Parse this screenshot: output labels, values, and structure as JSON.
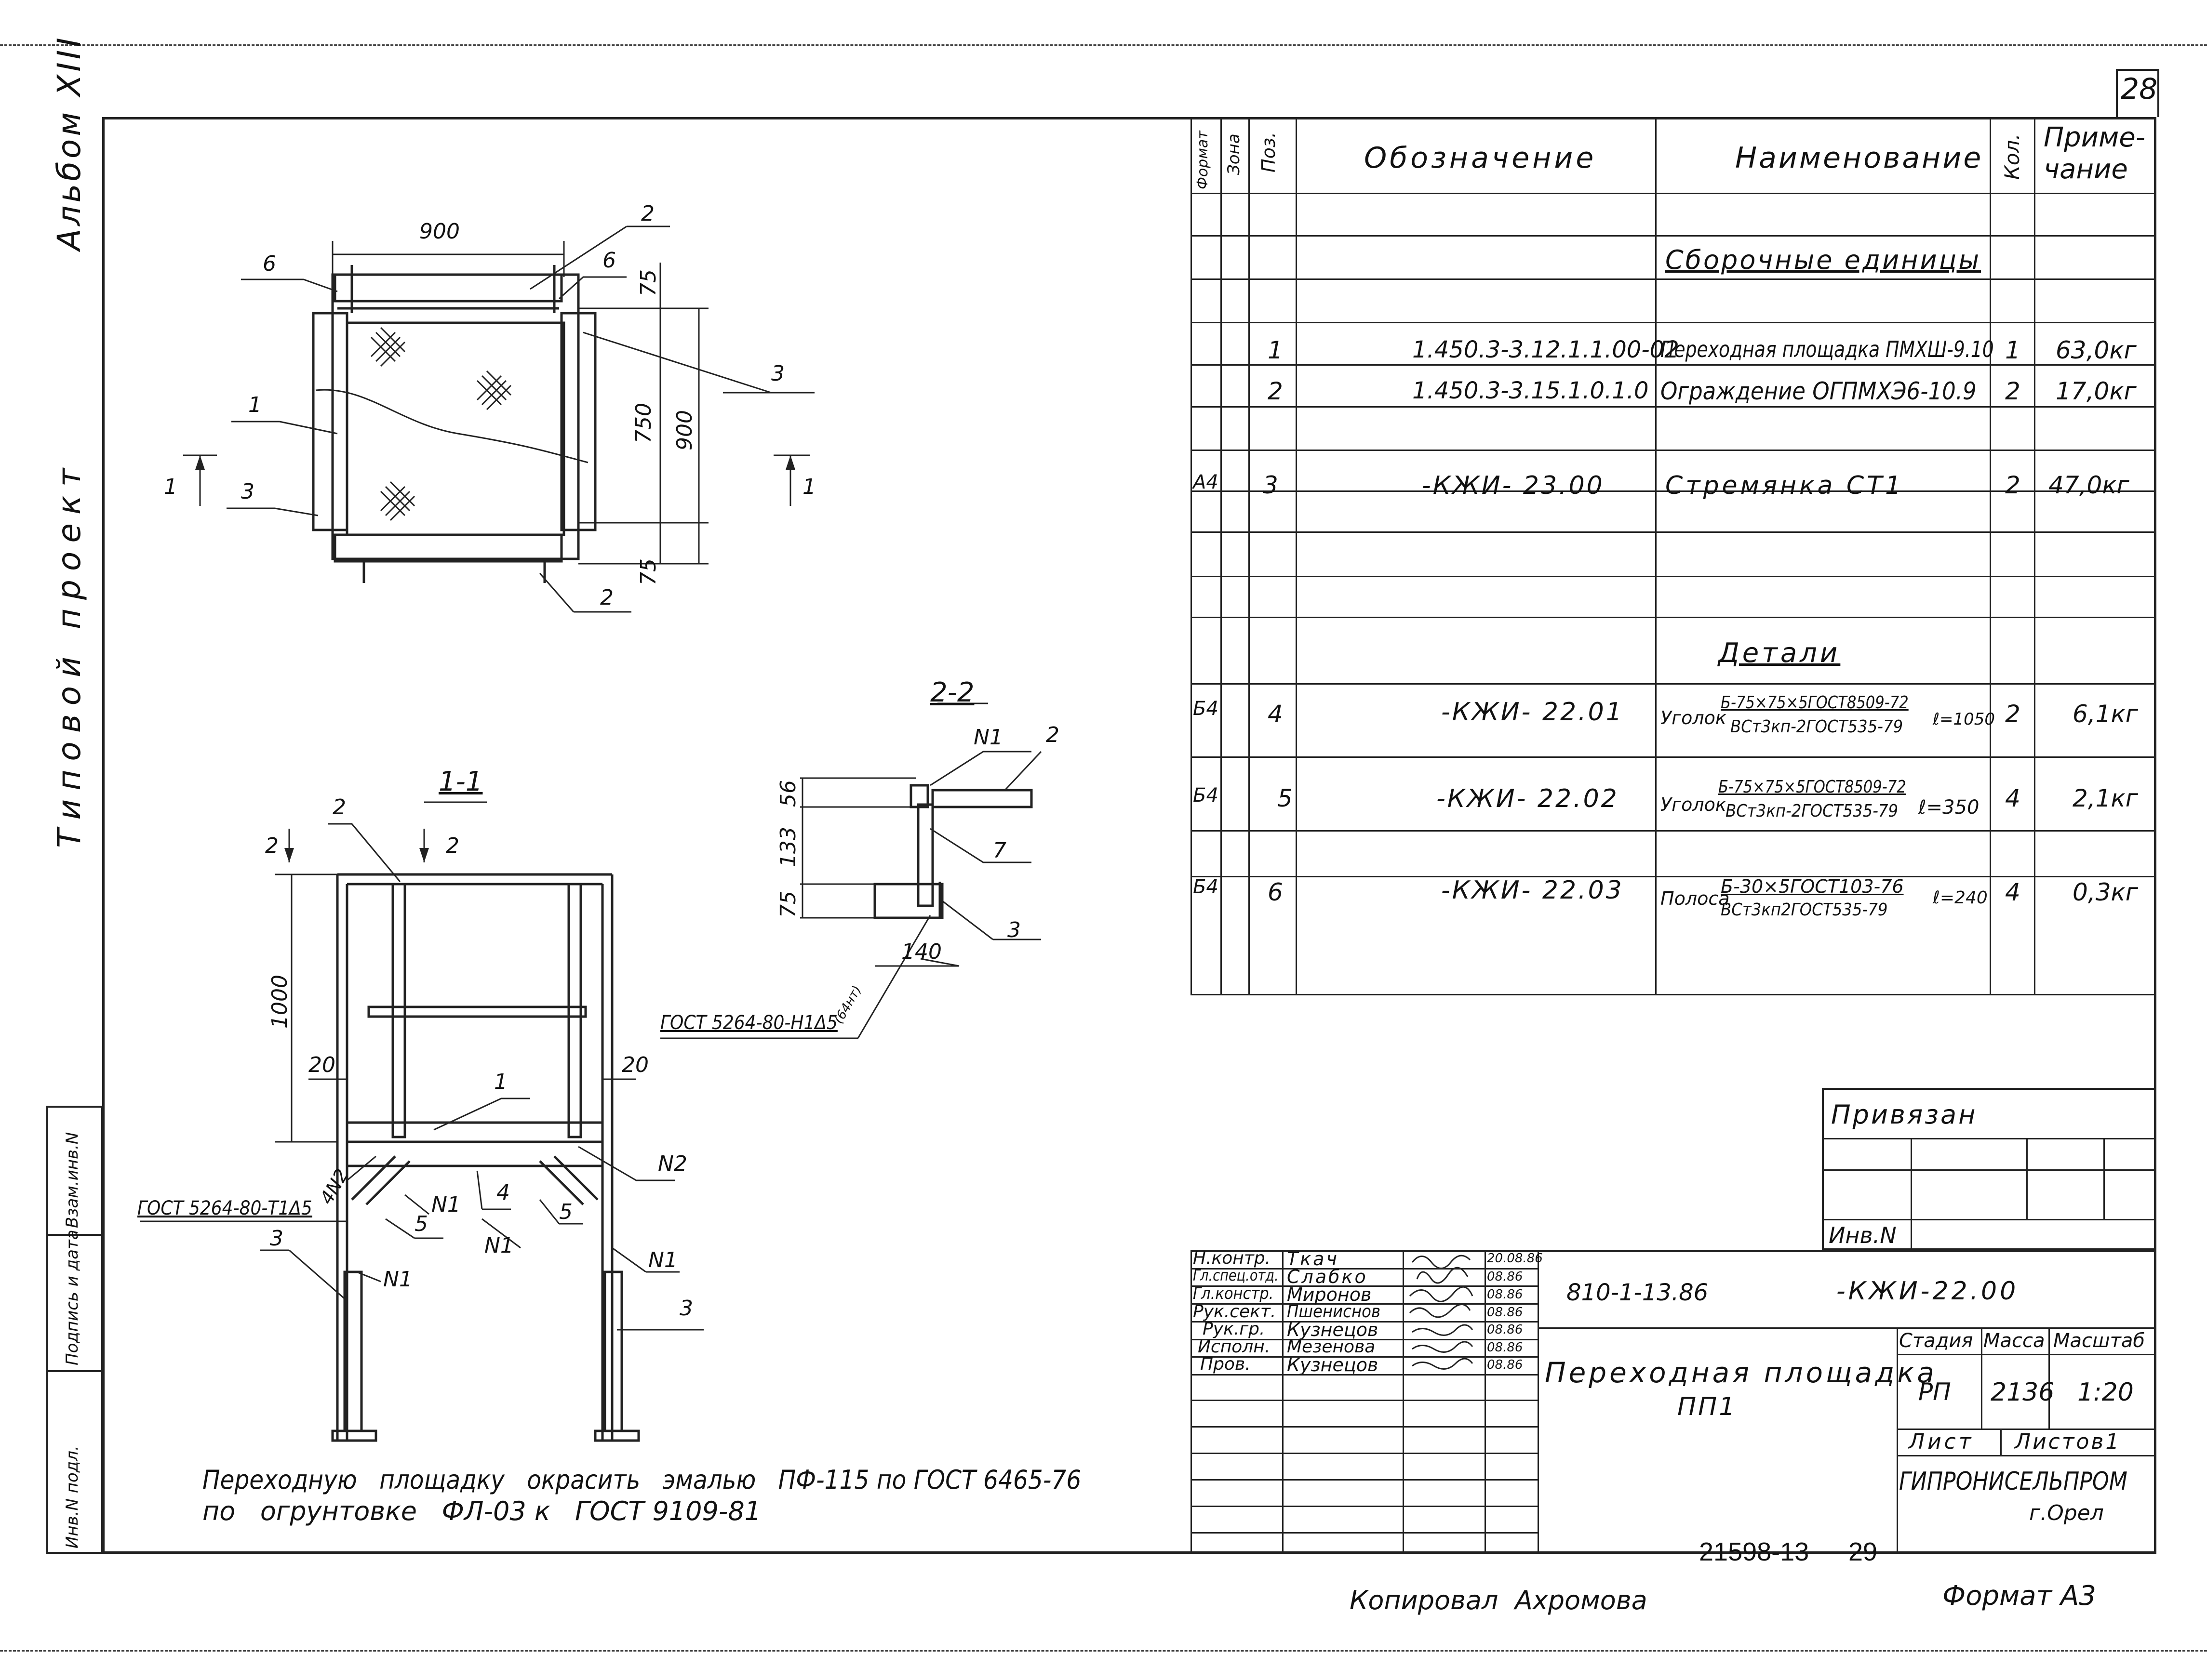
{
  "sheet_number": "28",
  "margin": {
    "album": "Альбом XIII",
    "project": "Типовой проект",
    "stamp_labels": [
      "Инв.N подл.",
      "Подпись и дата",
      "Взам.инв.N"
    ]
  },
  "spec_table": {
    "headers": {
      "format": "Формат",
      "zone": "Зона",
      "pos": "Поз.",
      "designation": "Обозначение",
      "name": "Наименование",
      "qty": "Кол.",
      "note": "Приме-\nчание"
    },
    "section_assemblies": "Сборочные единицы",
    "section_details": "Детали",
    "rows": [
      {
        "format": "",
        "pos": "1",
        "designation": "1.450.3-3.12.1.1.00-02",
        "name": "Переходная площадка ПМХШ-9.10",
        "qty": "1",
        "note": "63,0кг"
      },
      {
        "format": "",
        "pos": "2",
        "designation": "1.450.3-3.15.1.0.1.0",
        "name": "Ограждение ОГПМХЭ6-10.9",
        "qty": "2",
        "note": "17,0кг"
      },
      {
        "format": "А4",
        "pos": "3",
        "designation": "-КЖИ- 23.00",
        "name": "Стремянка СТ1",
        "qty": "2",
        "note": "47,0кг"
      },
      {
        "format": "Б4",
        "pos": "4",
        "designation": "-КЖИ- 22.01",
        "name_prefix": "Уголок",
        "name_top": "Б-75×75×5ГОСТ8509-72",
        "name_bottom": "ВСт3кп-2ГОСТ535-79",
        "name_len": "ℓ=1050",
        "qty": "2",
        "note": "6,1кг"
      },
      {
        "format": "Б4",
        "pos": "5",
        "designation": "-КЖИ- 22.02",
        "name_prefix": "Уголок",
        "name_top": "Б-75×75×5ГОСТ8509-72",
        "name_bottom": "ВСт3кп-2ГОСТ535-79",
        "name_len": "ℓ=350",
        "qty": "4",
        "note": "2,1кг"
      },
      {
        "format": "Б4",
        "pos": "6",
        "designation": "-КЖИ- 22.03",
        "name_prefix": "Полоса",
        "name_top": "Б-30×5ГОСТ103-76",
        "name_bottom": "ВСт3кп2ГОСТ535-79",
        "name_len": "ℓ=240",
        "qty": "4",
        "note": "0,3кг"
      }
    ]
  },
  "plan_view": {
    "dims": {
      "top": "900",
      "right_inner": "750",
      "right_outer": "900",
      "right_top": "75",
      "right_bottom": "75"
    },
    "leaders": {
      "two_top": "2",
      "six_left": "6",
      "six_right": "6",
      "three_right": "3",
      "one_left": "1",
      "three_left": "3",
      "two_bottom": "2"
    },
    "section_marks": {
      "left": "1",
      "right": "1"
    }
  },
  "section_1_1": {
    "title": "1-1",
    "cut_marks": {
      "left": "2",
      "right": "2"
    },
    "dims": {
      "height": "1000",
      "left_off": "20",
      "right_off": "20"
    },
    "leaders": {
      "two": "2",
      "one": "1",
      "four": "4",
      "n2_left": "4N2",
      "n2_right": "N2",
      "n1_a": "N1",
      "n1_b": "N1",
      "n1_c": "N1",
      "n1_d": "N1",
      "five_a": "5",
      "five_b": "5",
      "three_a": "3",
      "three_b": "3"
    },
    "weld_note": "ГОСТ 5264-80-Т1Δ5"
  },
  "section_2_2": {
    "title": "2-2",
    "dims": {
      "d56": "56",
      "d133": "133",
      "d75": "75",
      "d140": "140"
    },
    "leaders": {
      "n1": "N1",
      "two": "2",
      "seven": "7",
      "three": "3"
    },
    "weld_note": "ГОСТ 5264-80-Н1Δ5",
    "weld_len": "(64нт)"
  },
  "paint_note": {
    "line1": "Переходную   площадку   окрасить   эмалью   ПФ-115 по ГОСТ 6465-76",
    "line2": "по   огрунтовке   ФЛ-03 к   ГОСТ 9109-81"
  },
  "privyazan": {
    "title": "Привязан",
    "inv": "Инв.N"
  },
  "title_block": {
    "roles": [
      "Н.контр.",
      "Гл.спец.отд.",
      "Гл.констр.",
      "Рук.сект.",
      "Рук.гр.",
      "Исполн.",
      "Пров."
    ],
    "names": [
      "Ткач",
      "Слабко",
      "Миронов",
      "Пшениснов",
      "Кузнецов",
      "Мезенова",
      "Кузнецов"
    ],
    "dates": [
      "20.08.86",
      "08.86",
      "08.86",
      "08.86",
      "08.86",
      "08.86",
      "08.86"
    ],
    "project_code": "810-1-13.86",
    "doc_code": "-КЖИ-22.00",
    "title_line1": "Переходная площадка",
    "title_line2": "ПП1",
    "stage_label": "Стадия",
    "mass_label": "Масса",
    "scale_label": "Масштаб",
    "stage": "РП",
    "mass": "2136",
    "scale": "1:20",
    "sheet_label": "Лист",
    "sheets_label": "Листов1",
    "org": "ГИПРОНИСЕЛЬПРОМ",
    "city": "г.Орел"
  },
  "footer": {
    "inventory": "21598-13",
    "page": "29",
    "copied_by": "Копировал  Ахромова",
    "format": "Формат А3"
  }
}
